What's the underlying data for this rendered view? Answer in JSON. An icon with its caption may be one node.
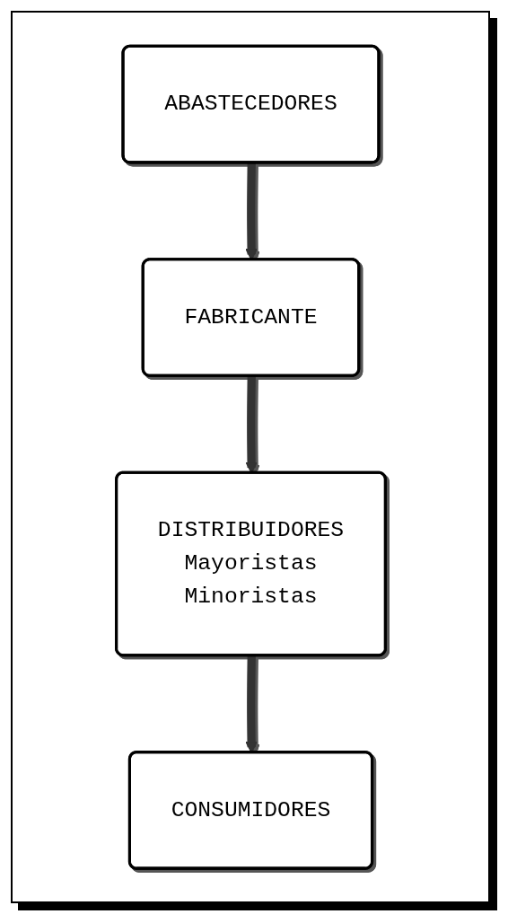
{
  "diagram": {
    "nodes": [
      {
        "text": [
          "ABASTECEDORES"
        ]
      },
      {
        "text": [
          "FABRICANTE"
        ]
      },
      {
        "text": [
          "DISTRIBUIDORES",
          "Mayoristas",
          "Minoristas"
        ]
      },
      {
        "text": [
          "CONSUMIDORES"
        ]
      }
    ],
    "edges": [
      {
        "from": 0,
        "to": 1,
        "arrow": "to"
      },
      {
        "from": 1,
        "to": 2,
        "arrow": "to"
      },
      {
        "from": 2,
        "to": 3,
        "arrow": "to"
      }
    ]
  }
}
